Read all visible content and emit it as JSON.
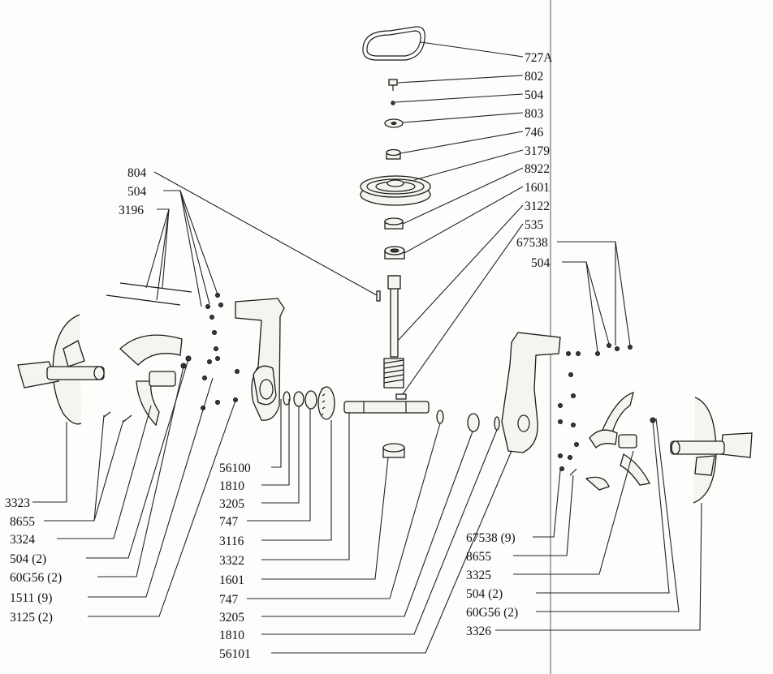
{
  "labels_right": [
    "727A",
    "802",
    "504",
    "803",
    "746",
    "3179",
    "8922",
    "1601",
    "3122",
    "535"
  ],
  "labels_left_top": [
    "804",
    "504",
    "3196"
  ],
  "labels_right_mid": [
    "67538",
    "504"
  ],
  "labels_left_bottom": [
    "3323",
    "8655",
    "3324",
    "504 (2)",
    "60G56 (2)",
    "1511 (9)",
    "3125 (2)"
  ],
  "labels_center_bottom": [
    "56100",
    "1810",
    "3205",
    "747",
    "3116",
    "3322",
    "1601",
    "747",
    "3205",
    "1810",
    "56101"
  ],
  "labels_right_bottom": [
    "67538 (9)",
    "8655",
    "3325",
    "504 (2)",
    "60G56 (2)",
    "3326"
  ]
}
